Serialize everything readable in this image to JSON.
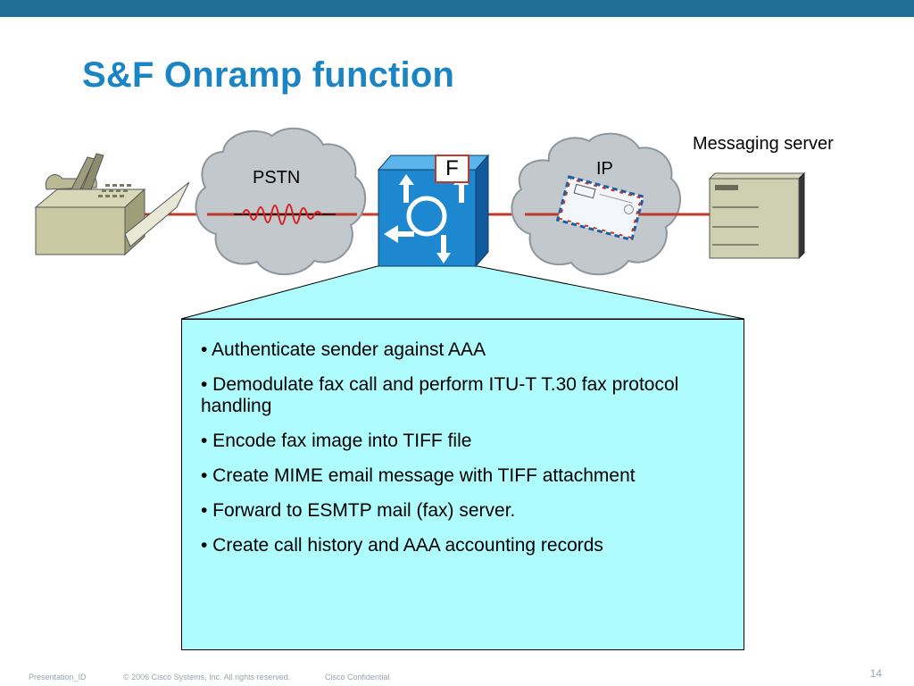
{
  "slide": {
    "title": "S&F Onramp function",
    "labels": {
      "pstn": "PSTN",
      "ip": "IP",
      "messaging_server": "Messaging server",
      "feature_marker": "F"
    },
    "bullets": [
      "• Authenticate sender against AAA",
      "• Demodulate fax call and perform ITU-T T.30 fax protocol handling",
      "• Encode fax image into TIFF file",
      "• Create MIME email message with TIFF attachment",
      "• Forward to ESMTP mail (fax) server.",
      "• Create call history and AAA accounting records"
    ]
  },
  "footer": {
    "presentation_id": "Presentation_ID",
    "copyright": "© 2006 Cisco Systems, Inc. All rights reserved.",
    "confidential": "Cisco Confidential",
    "page_number": "14"
  },
  "colors": {
    "header_bar": "#1f6f96",
    "title": "#1b84c2",
    "callout_fill": "#aefcfd",
    "gateway_blue": "#1d87d0",
    "link_line": "#c0392b",
    "cloud_gray": "#c3c8cc"
  },
  "icons": {
    "fax": "fax-machine-icon",
    "gateway": "voice-gateway-icon",
    "email": "envelope-icon",
    "server": "server-tower-icon",
    "signal": "analog-waveform-icon"
  }
}
